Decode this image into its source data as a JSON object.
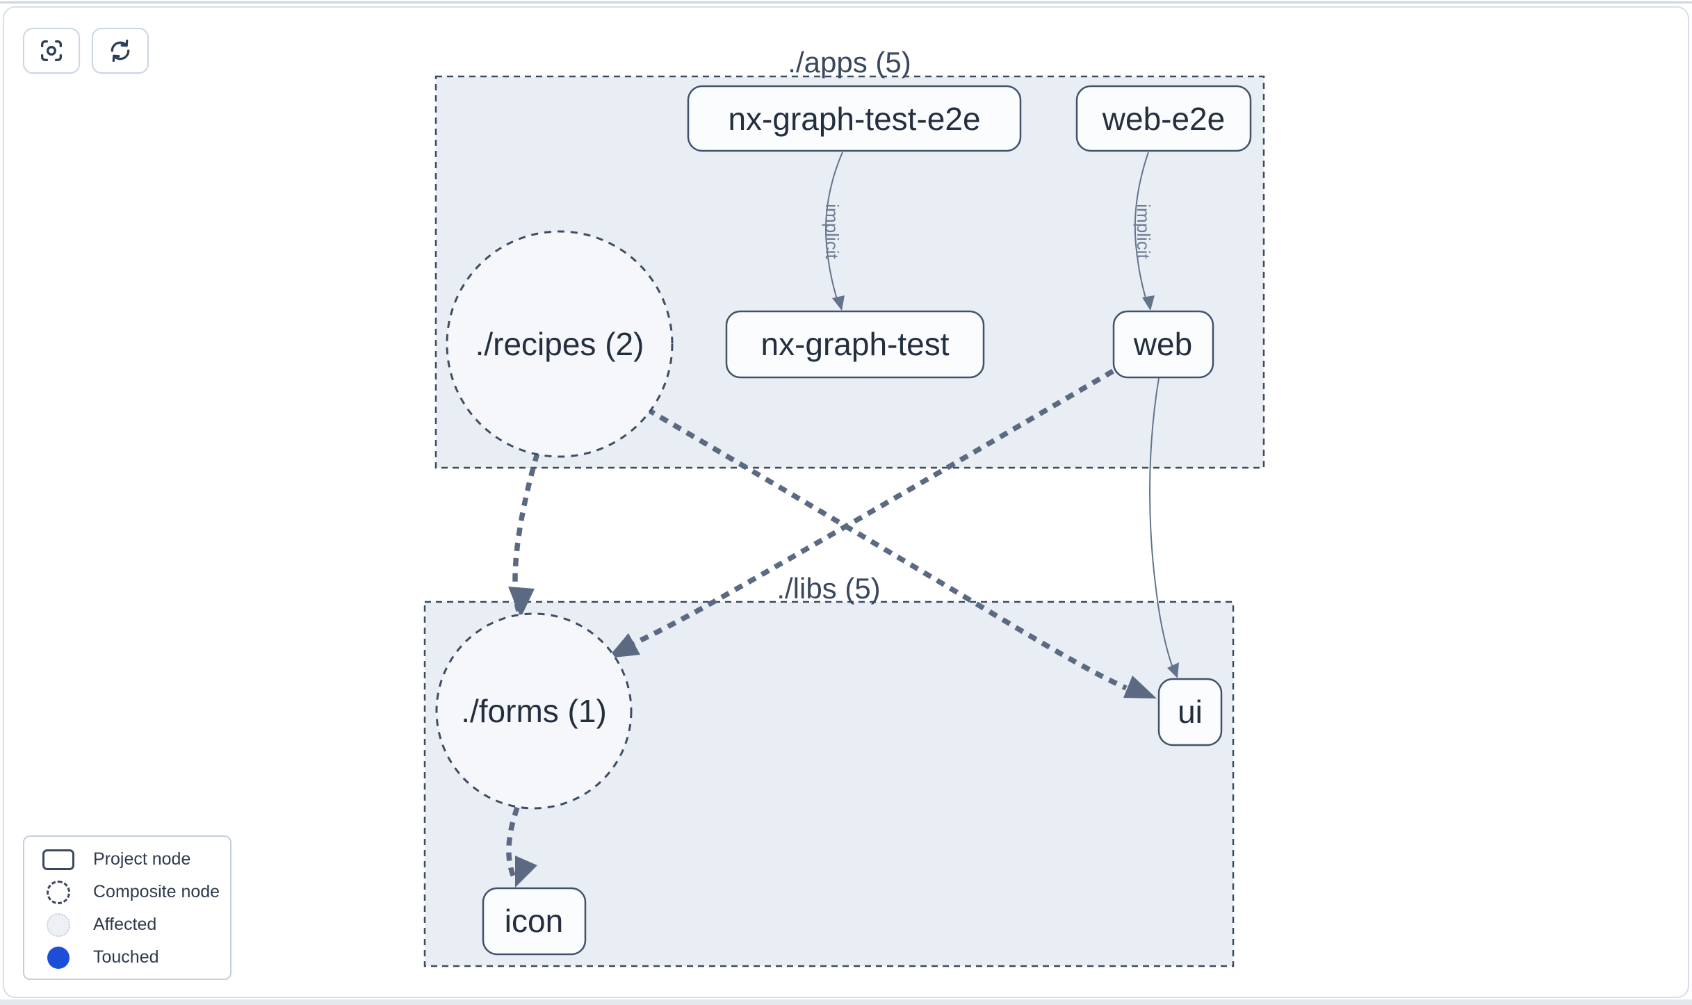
{
  "toolbar": {
    "buttons": [
      {
        "icon": "focus-icon"
      },
      {
        "icon": "refresh-icon"
      }
    ]
  },
  "graph": {
    "groups": [
      {
        "id": "apps",
        "label": "./apps (5)"
      },
      {
        "id": "libs",
        "label": "./libs (5)"
      }
    ],
    "composite_nodes": [
      {
        "label": "./recipes (2)",
        "group": "apps"
      },
      {
        "label": "./forms (1)",
        "group": "libs"
      }
    ],
    "project_nodes": [
      {
        "label": "nx-graph-test-e2e",
        "group": "apps"
      },
      {
        "label": "web-e2e",
        "group": "apps"
      },
      {
        "label": "nx-graph-test",
        "group": "apps"
      },
      {
        "label": "web",
        "group": "apps"
      },
      {
        "label": "ui",
        "group": "libs"
      },
      {
        "label": "icon",
        "group": "libs"
      }
    ],
    "edges": [
      {
        "from": "nx-graph-test-e2e",
        "to": "nx-graph-test",
        "label": "implicit",
        "type": "implicit"
      },
      {
        "from": "web-e2e",
        "to": "web",
        "label": "implicit",
        "type": "implicit"
      },
      {
        "from": "web",
        "to": "ui",
        "type": "direct"
      },
      {
        "from": "./recipes (2)",
        "to": "./forms (1)",
        "type": "composite"
      },
      {
        "from": "./recipes (2)",
        "to": "ui",
        "type": "composite"
      },
      {
        "from": "web",
        "to": "./forms (1)",
        "type": "composite"
      },
      {
        "from": "./forms (1)",
        "to": "icon",
        "type": "composite"
      }
    ]
  },
  "legend": {
    "items": [
      {
        "swatch": "project-node",
        "label": "Project node"
      },
      {
        "swatch": "composite-node",
        "label": "Composite node"
      },
      {
        "swatch": "affected",
        "label": "Affected"
      },
      {
        "swatch": "touched",
        "label": "Touched"
      }
    ]
  },
  "colors": {
    "touched_blue": "#1d4ed8",
    "container_fill": "#e9eef5",
    "container_border": "#3d4b61",
    "node_border": "#42526b",
    "thick_edge": "#5b6a82",
    "thin_edge": "#64748b",
    "node_text": "#232f3f"
  }
}
